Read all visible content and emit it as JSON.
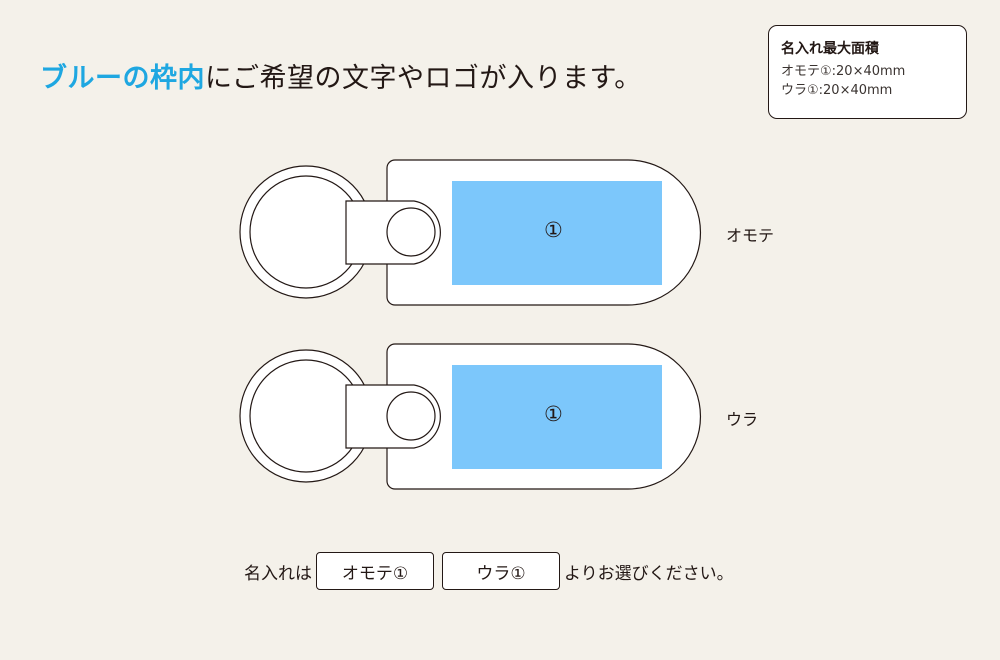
{
  "headline": {
    "accent_text": "ブルーの枠内",
    "rest_text": "にご希望の文字やロゴが入ります。",
    "accent_color": "#1ea7e1"
  },
  "info_box": {
    "title": "名入れ最大面積",
    "lines": [
      "オモテ①:20×40mm",
      "ウラ①:20×40mm"
    ]
  },
  "keychains": [
    {
      "side_label": "オモテ",
      "area_marker": "①",
      "area_color": "#7cc7fb"
    },
    {
      "side_label": "ウラ",
      "area_marker": "①",
      "area_color": "#7cc7fb"
    }
  ],
  "selection": {
    "prefix": "名入れは",
    "options": [
      "オモテ①",
      "ウラ①"
    ],
    "suffix": "よりお選びください。"
  }
}
